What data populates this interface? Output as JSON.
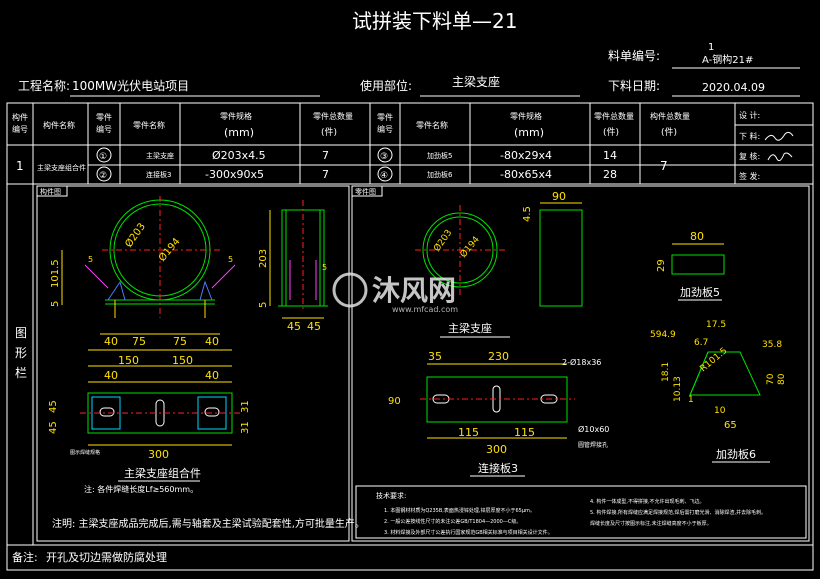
{
  "title": "试拼装下料单—21",
  "header": {
    "list_no_label": "料单编号:",
    "list_no_value_1": "1",
    "list_no_value_2": "A-钢构21#",
    "project_label": "工程名称:",
    "project_value": "100MW光伏电站项目",
    "usage_label": "使用部位:",
    "usage_value": "主梁支座",
    "date_label": "下料日期:",
    "date_value": "2020.04.09"
  },
  "table": {
    "headers": {
      "part_no": "构件\n编号",
      "part_name": "构件名称",
      "comp_no": "零件\n编号",
      "comp_name": "零件名称",
      "spec": "零件规格",
      "spec_unit": "(mm)",
      "total": "零件总数量",
      "total_unit": "(件)",
      "count": "构件总数量",
      "count_unit": "(件)",
      "design": "设    计:",
      "cut": "下    料:",
      "review": "复    核:",
      "sign": "签    发:"
    },
    "row": {
      "part_no": "1",
      "part_name": "主梁支座组合件",
      "count": "7",
      "items_left": [
        {
          "no": "①",
          "name": "主梁支座",
          "spec": "Ø203x4.5",
          "qty": "7"
        },
        {
          "no": "②",
          "name": "连接板3",
          "spec": "-300x90x5",
          "qty": "7"
        }
      ],
      "items_right": [
        {
          "no": "③",
          "name": "加劲板5",
          "spec": "-80x29x4",
          "qty": "14"
        },
        {
          "no": "④",
          "name": "加劲板6",
          "spec": "-80x65x4",
          "qty": "28"
        }
      ]
    }
  },
  "drawing": {
    "left_tag": "构件图",
    "right_tag": "零件图",
    "side_label": "图\n形\n栏",
    "assembly_title": "主梁支座组合件",
    "weld_note_1": "注: 各件焊缝长度Lf≥560mm。",
    "weld_note_2": "图示焊缝规格",
    "main_note": "注明: 主梁支座成品完成后,需与轴套及主梁试验配套性,方可批量生产。",
    "support_title": "主梁支座",
    "plate3_title": "连接板3",
    "stiff5_title": "加劲板5",
    "stiff6_title": "加劲板6",
    "hole_note_1": "2-Ø18x36",
    "hole_note_2": "Ø10x60",
    "hole_note_3": "圆管焊接孔",
    "dims": {
      "d203": "Ø203",
      "d194": "Ø194",
      "h203": "203",
      "h101": "101.5",
      "five": "5",
      "w45a": "45",
      "w45b": "45",
      "w40a": "40",
      "w75a": "75",
      "w75b": "75",
      "w40b": "40",
      "w150a": "150",
      "w150b": "150",
      "w40c": "40",
      "w40d": "40",
      "w300": "300",
      "h45a": "45",
      "h45b": "45",
      "h31a": "31",
      "h31b": "31",
      "p90w": "90",
      "p45": "4.5",
      "pl35": "35",
      "pl230": "230",
      "pl90": "90",
      "pl115a": "115",
      "pl115b": "115",
      "pl300": "300",
      "s80": "80",
      "s29": "29",
      "r5949": "594.9",
      "r175": "17.5",
      "r67": "6.7",
      "r1015": "R101.5",
      "r358": "35.8",
      "r181": "18.1",
      "r1013": "10.13",
      "r701": "70",
      "r80": "80",
      "r10": "10",
      "r65": "65",
      "r1": "1"
    },
    "tech_title": "技术要求:",
    "tech_items": [
      "1. 本图钢材材质为Q235B,表面热浸锌处理,锌层厚度不小于65μm。",
      "2. 一般公差按线性尺寸的未注公差GB/T1804—2000—C级。",
      "3. 材料焊接及外部尺寸公差执行国家规范GB相关标准与项目相关设计文件。",
      "4. 构件一体成型,不得拼接,不允许出现毛刺、飞边。",
      "5. 构件焊接,所有焊缝应满足焊接规范,焊后需打磨光滑、消除焊渣,并去除毛刺。",
      "   焊缝长度及尺寸按图示标注,未注焊缝高度不小于板厚。"
    ]
  },
  "footer": {
    "label": "备注:",
    "text": "开孔及切边需做防腐处理"
  },
  "watermark": {
    "text": "沐风网",
    "url": "www.mfcad.com"
  }
}
